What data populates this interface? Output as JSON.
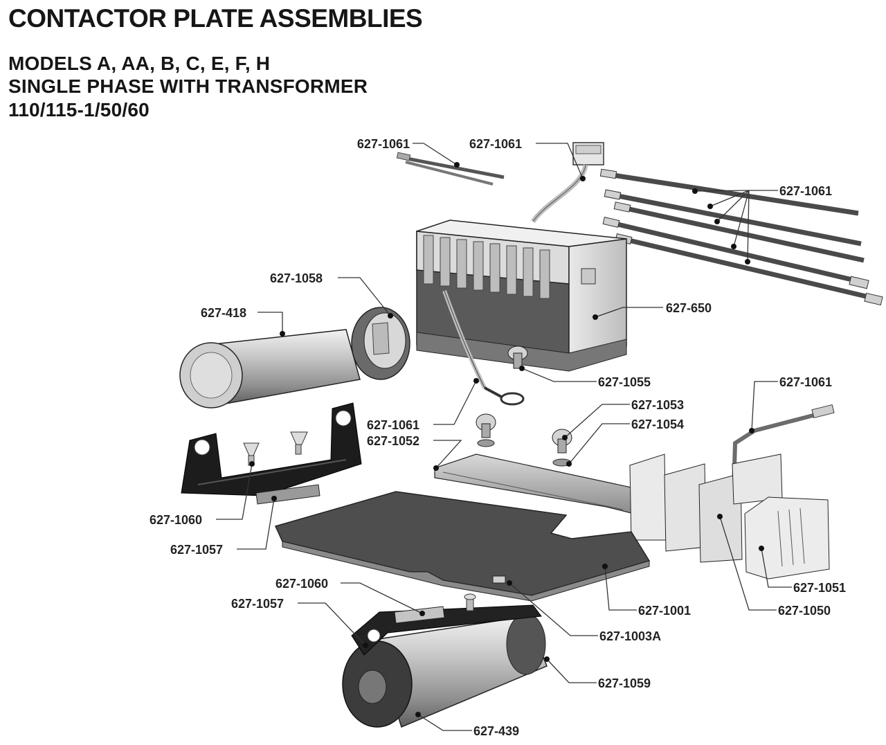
{
  "header": {
    "title": "CONTACTOR PLATE ASSEMBLIES",
    "lines": [
      "MODELS A, AA, B, C, E, F, H",
      "SINGLE PHASE WITH TRANSFORMER",
      "110/115-1/50/60"
    ]
  },
  "callouts": {
    "wire_small": "627-1061",
    "wire_plug": "627-1061",
    "wire_bundle": "627-1061",
    "capacitor_boot": "627-1058",
    "start_capacitor": "627-418",
    "contactor": "627-650",
    "screw_contactor": "627-1055",
    "wire_ring": "627-1061",
    "din_rail": "627-1052",
    "wire_bent": "627-1061",
    "screw_rail": "627-1053",
    "washer_rail": "627-1054",
    "bracket_screw_top": "627-1060",
    "bracket_strip_top": "627-1057",
    "terminal_end_cap": "627-1051",
    "terminal_blocks": "627-1050",
    "base_plate": "627-1001",
    "plate_nut": "627-1003A",
    "bracket_screw_bottom": "627-1060",
    "bracket_strip_bottom": "627-1057",
    "run_capacitor_clamp": "627-1059",
    "run_capacitor": "627-439"
  }
}
